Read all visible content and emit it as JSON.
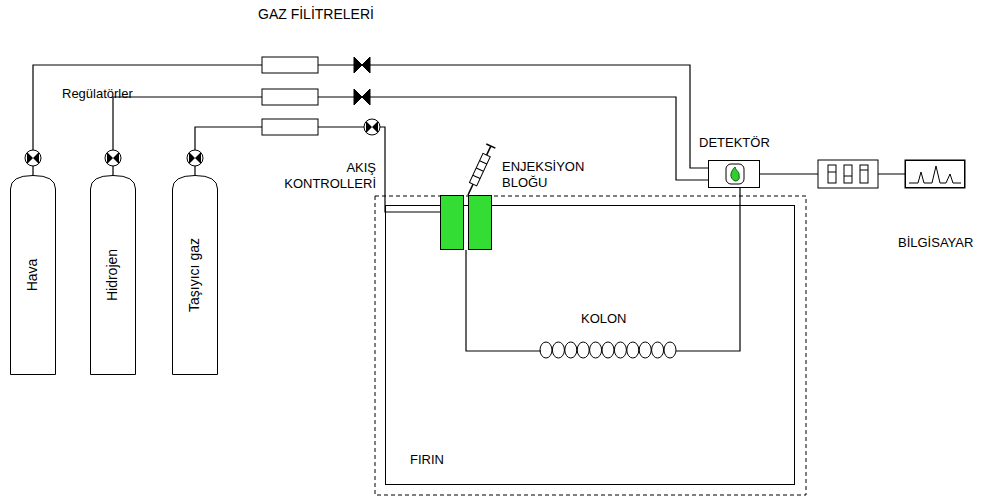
{
  "diagram": {
    "nodes": [
      {
        "text": [
          "Hava"
        ]
      },
      {
        "text": [
          "Hidrojen"
        ]
      },
      {
        "text": [
          "Taşıyıcı gaz"
        ]
      },
      {
        "text": [
          "FIRIN"
        ]
      },
      {
        "text": [
          "ENJEKSİYON BLOĞU"
        ]
      },
      {
        "text": [
          "DETEKTÖR"
        ]
      },
      {
        "text": [
          "KOLON"
        ],
        "in": 3
      },
      {
        "text": [
          "BİLGİSAYAR"
        ]
      }
    ],
    "edges": [
      {
        "from": 0,
        "to": 5,
        "arrow": "none"
      },
      {
        "from": 1,
        "to": 5,
        "arrow": "none"
      },
      {
        "from": 2,
        "to": 4,
        "arrow": "none"
      },
      {
        "from": 4,
        "to": 6,
        "arrow": "none"
      },
      {
        "from": 6,
        "to": 5,
        "arrow": "none"
      },
      {
        "from": 5,
        "to": 7,
        "arrow": "none"
      }
    ],
    "labels": [
      "GAZ FİLİTRELERİ",
      "Regülatörler",
      "AKIŞ KONTROLLERİ"
    ]
  }
}
